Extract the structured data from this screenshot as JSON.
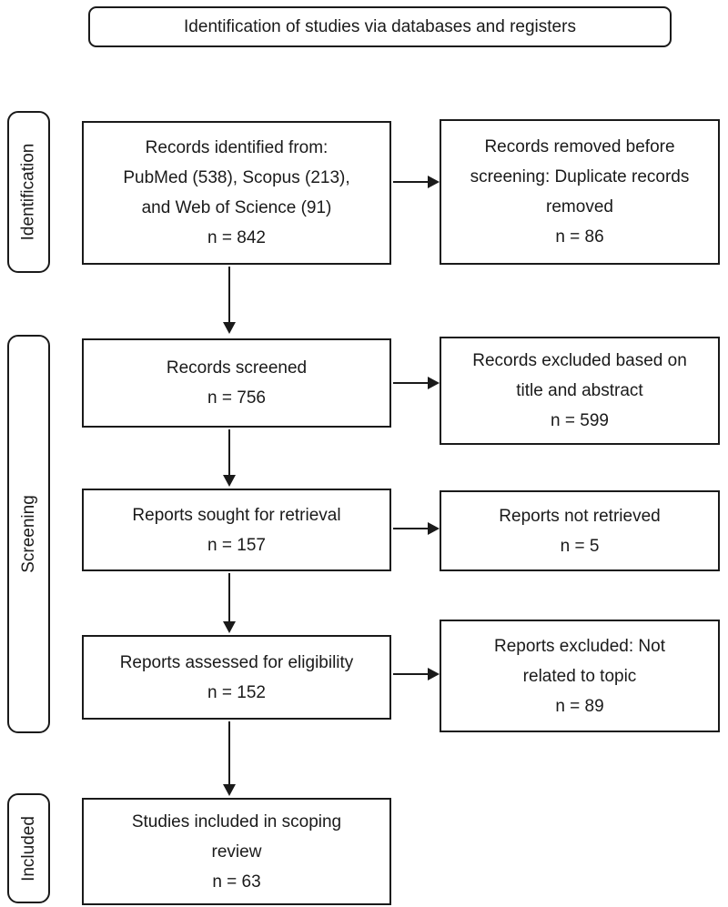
{
  "header": {
    "title": "Identification of studies via databases and registers"
  },
  "stages": {
    "identification": "Identification",
    "screening": "Screening",
    "included": "Included"
  },
  "nodes": {
    "records_identified": {
      "text": "Records identified from:\nPubMed (538), Scopus (213),\nand Web of Science (91)\nn = 842",
      "n": 842,
      "sources": [
        {
          "name": "PubMed",
          "count": 538
        },
        {
          "name": "Scopus",
          "count": 213
        },
        {
          "name": "Web of Science",
          "count": 91
        }
      ]
    },
    "records_removed": {
      "text": "Records removed before\nscreening: Duplicate records\nremoved\nn = 86",
      "n": 86
    },
    "records_screened": {
      "text": "Records screened\nn = 756",
      "n": 756
    },
    "records_excluded": {
      "text": "Records excluded based on\ntitle and abstract\nn = 599",
      "n": 599
    },
    "reports_sought": {
      "text": "Reports sought for retrieval\nn = 157",
      "n": 157
    },
    "reports_not_retrieved": {
      "text": "Reports not retrieved\nn = 5",
      "n": 5
    },
    "reports_assessed": {
      "text": "Reports assessed for eligibility\nn = 152",
      "n": 152
    },
    "reports_excluded": {
      "text": "Reports excluded: Not\nrelated to topic\nn = 89",
      "n": 89
    },
    "studies_included": {
      "text": "Studies included in scoping\nreview\nn = 63",
      "n": 63
    }
  },
  "colors": {
    "line": "#1a1a1a",
    "text": "#1a1a1a",
    "background": "#ffffff"
  }
}
